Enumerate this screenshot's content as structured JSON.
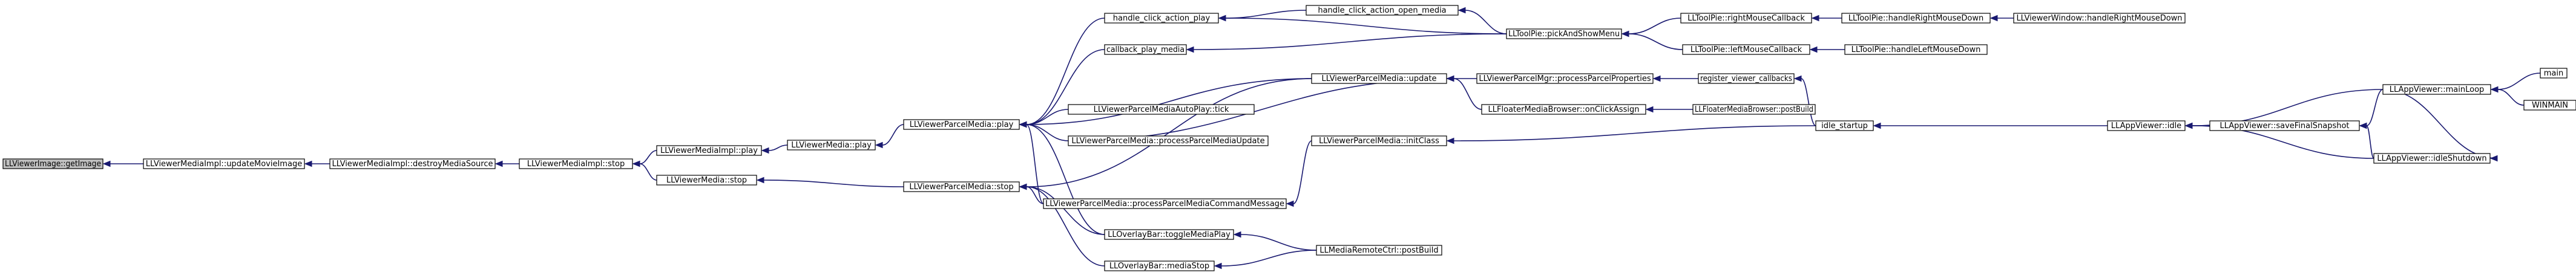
{
  "graph": {
    "type": "call-graph",
    "colors": {
      "edge": "#191970",
      "root_fill": "#bfbfbf",
      "node_fill": "#ffffff",
      "node_border": "#000000"
    },
    "nodes": [
      {
        "id": "n0",
        "label": "LLViewerImage::getImage"
      },
      {
        "id": "n1",
        "label": "LLViewerMediaImpl::updateMovieImage"
      },
      {
        "id": "n2",
        "label": "LLViewerMediaImpl::destroyMediaSource"
      },
      {
        "id": "n3",
        "label": "LLViewerMediaImpl::stop"
      },
      {
        "id": "n4",
        "label": "LLViewerMediaImpl::play"
      },
      {
        "id": "n5",
        "label": "LLViewerMedia::stop"
      },
      {
        "id": "n6",
        "label": "LLViewerMedia::play"
      },
      {
        "id": "n7",
        "label": "LLViewerParcelMedia::play"
      },
      {
        "id": "n8",
        "label": "LLViewerParcelMedia::stop"
      },
      {
        "id": "n9",
        "label": "handle_click_action_play"
      },
      {
        "id": "n10",
        "label": "callback_play_media"
      },
      {
        "id": "n11",
        "label": "LLViewerParcelMediaAutoPlay::tick"
      },
      {
        "id": "n12",
        "label": "LLViewerParcelMedia::processParcelMediaUpdate"
      },
      {
        "id": "n13",
        "label": "LLViewerParcelMedia::processParcelMediaCommandMessage"
      },
      {
        "id": "n14",
        "label": "LLOverlayBar::toggleMediaPlay"
      },
      {
        "id": "n15",
        "label": "LLOverlayBar::mediaStop"
      },
      {
        "id": "n16",
        "label": "handle_click_action_open_media"
      },
      {
        "id": "n17",
        "label": "LLViewerParcelMedia::update"
      },
      {
        "id": "n18",
        "label": "LLViewerParcelMedia::initClass"
      },
      {
        "id": "n19",
        "label": "LLMediaRemoteCtrl::postBuild"
      },
      {
        "id": "n20",
        "label": "LLToolPie::pickAndShowMenu"
      },
      {
        "id": "n21",
        "label": "LLViewerParcelMgr::processParcelProperties"
      },
      {
        "id": "n22",
        "label": "LLFloaterMediaBrowser::onClickAssign"
      },
      {
        "id": "n23",
        "label": "LLToolPie::rightMouseCallback"
      },
      {
        "id": "n24",
        "label": "LLToolPie::leftMouseCallback"
      },
      {
        "id": "n25",
        "label": "register_viewer_callbacks"
      },
      {
        "id": "n26",
        "label": "LLFloaterMediaBrowser::postBuild"
      },
      {
        "id": "n27",
        "label": "LLToolPie::handleRightMouseDown"
      },
      {
        "id": "n28",
        "label": "LLToolPie::handleLeftMouseDown"
      },
      {
        "id": "n29",
        "label": "idle_startup"
      },
      {
        "id": "n30",
        "label": "LLViewerWindow::handleRightMouseDown"
      },
      {
        "id": "n31",
        "label": "LLAppViewer::idle"
      },
      {
        "id": "n32",
        "label": "LLAppViewer::saveFinalSnapshot"
      },
      {
        "id": "n33",
        "label": "LLAppViewer::mainLoop"
      },
      {
        "id": "n34",
        "label": "LLAppViewer::idleShutdown"
      },
      {
        "id": "n35",
        "label": "main"
      },
      {
        "id": "n36",
        "label": "WINMAIN"
      }
    ],
    "edges": [
      [
        "n1",
        "n0"
      ],
      [
        "n2",
        "n1"
      ],
      [
        "n3",
        "n2"
      ],
      [
        "n4",
        "n3"
      ],
      [
        "n5",
        "n3"
      ],
      [
        "n6",
        "n4"
      ],
      [
        "n7",
        "n6"
      ],
      [
        "n8",
        "n5"
      ],
      [
        "n9",
        "n7"
      ],
      [
        "n10",
        "n7"
      ],
      [
        "n17",
        "n7"
      ],
      [
        "n11",
        "n7"
      ],
      [
        "n12",
        "n7"
      ],
      [
        "n13",
        "n7"
      ],
      [
        "n14",
        "n7"
      ],
      [
        "n17",
        "n8"
      ],
      [
        "n13",
        "n8"
      ],
      [
        "n14",
        "n8"
      ],
      [
        "n15",
        "n8"
      ],
      [
        "n16",
        "n9"
      ],
      [
        "n20",
        "n9"
      ],
      [
        "n20",
        "n16"
      ],
      [
        "n20",
        "n10"
      ],
      [
        "n12",
        "n17"
      ],
      [
        "n21",
        "n17"
      ],
      [
        "n22",
        "n17"
      ],
      [
        "n18",
        "n13"
      ],
      [
        "n19",
        "n14"
      ],
      [
        "n19",
        "n15"
      ],
      [
        "n23",
        "n20"
      ],
      [
        "n24",
        "n20"
      ],
      [
        "n27",
        "n23"
      ],
      [
        "n30",
        "n27"
      ],
      [
        "n28",
        "n24"
      ],
      [
        "n25",
        "n21"
      ],
      [
        "n26",
        "n22"
      ],
      [
        "n29",
        "n18"
      ],
      [
        "n29",
        "n25"
      ],
      [
        "n31",
        "n29"
      ],
      [
        "n33",
        "n31"
      ],
      [
        "n32",
        "n31"
      ],
      [
        "n34",
        "n31"
      ],
      [
        "n33",
        "n32"
      ],
      [
        "n34",
        "n32"
      ],
      [
        "n33",
        "n34"
      ],
      [
        "n35",
        "n33"
      ],
      [
        "n36",
        "n33"
      ]
    ]
  }
}
